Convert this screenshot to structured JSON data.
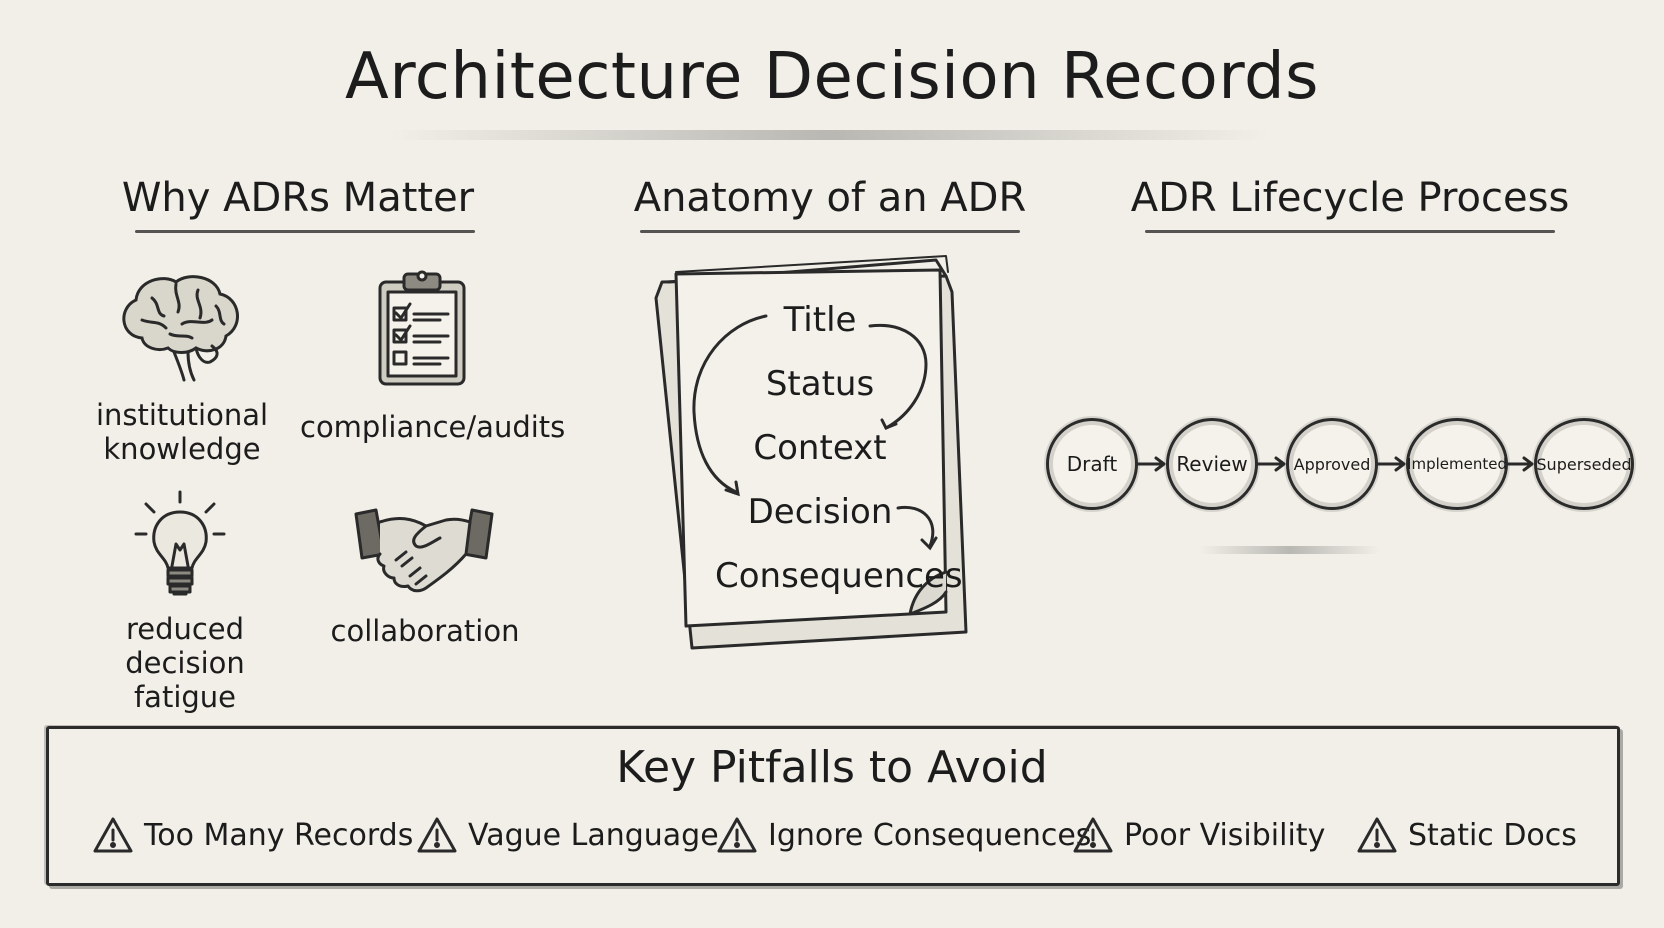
{
  "title": "Architecture Decision Records",
  "why": {
    "heading": "Why ADRs Matter",
    "items": [
      {
        "label": "institutional knowledge",
        "icon": "brain-icon"
      },
      {
        "label": "compliance/audits",
        "icon": "clipboard-checklist-icon"
      },
      {
        "label": "reduced decision fatigue",
        "icon": "lightbulb-icon"
      },
      {
        "label": "collaboration",
        "icon": "handshake-icon"
      }
    ]
  },
  "anatomy": {
    "heading": "Anatomy of an ADR",
    "items": [
      "Title",
      "Status",
      "Context",
      "Decision",
      "Consequences"
    ]
  },
  "lifecycle": {
    "heading": "ADR Lifecycle Process",
    "stages": [
      "Draft",
      "Review",
      "Approved",
      "Implemented",
      "Superseded"
    ]
  },
  "pitfalls": {
    "heading": "Key Pitfalls to Avoid",
    "icon": "warning-icon",
    "items": [
      "Too Many Records",
      "Vague Language",
      "Ignore Consequences",
      "Poor Visibility",
      "Static Docs"
    ]
  }
}
